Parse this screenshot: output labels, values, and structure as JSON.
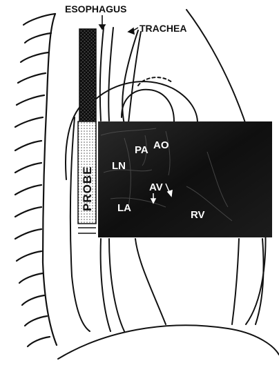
{
  "labels": {
    "esophagus": "ESOPHAGUS",
    "trachea": "TRACHEA",
    "probe": "PROBE",
    "pa": "PA",
    "ao": "AO",
    "ln": "LN",
    "av": "AV",
    "la": "LA",
    "rv": "RV"
  },
  "colors": {
    "line": "#111111",
    "ultrasound_panel": "#151515",
    "panel_text": "#ffffff",
    "background": "#ffffff"
  },
  "icons": {
    "esophagus_pointer": "arrow-down-icon",
    "trachea_pointer": "arrow-left-icon",
    "av_markers": "arrow-down-icon"
  }
}
